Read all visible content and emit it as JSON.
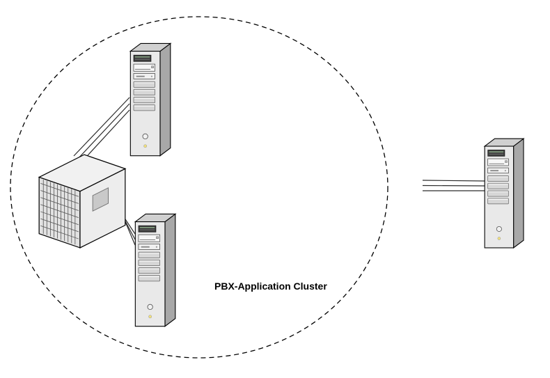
{
  "diagram": {
    "cluster": {
      "label": "PBX-Application Cluster",
      "boundary_style": "dashed-ellipse",
      "boundary_color": "#000000"
    },
    "nodes": [
      {
        "id": "cluster-switch",
        "icon": "network-switch-icon"
      },
      {
        "id": "cluster-server-top",
        "icon": "tower-server-icon"
      },
      {
        "id": "cluster-server-bottom",
        "icon": "tower-server-icon"
      },
      {
        "id": "external-server",
        "icon": "tower-server-icon"
      }
    ],
    "connections": [
      {
        "from": "cluster-switch",
        "to": "cluster-server-top",
        "lines": 3
      },
      {
        "from": "cluster-switch",
        "to": "cluster-server-bottom",
        "lines": 3
      },
      {
        "from": "cluster-edge",
        "to": "external-server",
        "lines": 3
      }
    ],
    "colors": {
      "outline": "#000000",
      "server_front": "#e9e9e9",
      "server_side": "#a8a8a8",
      "server_top": "#d0d0d0",
      "led": "#f3e27a",
      "connection_line": "#2b2b2b"
    }
  }
}
